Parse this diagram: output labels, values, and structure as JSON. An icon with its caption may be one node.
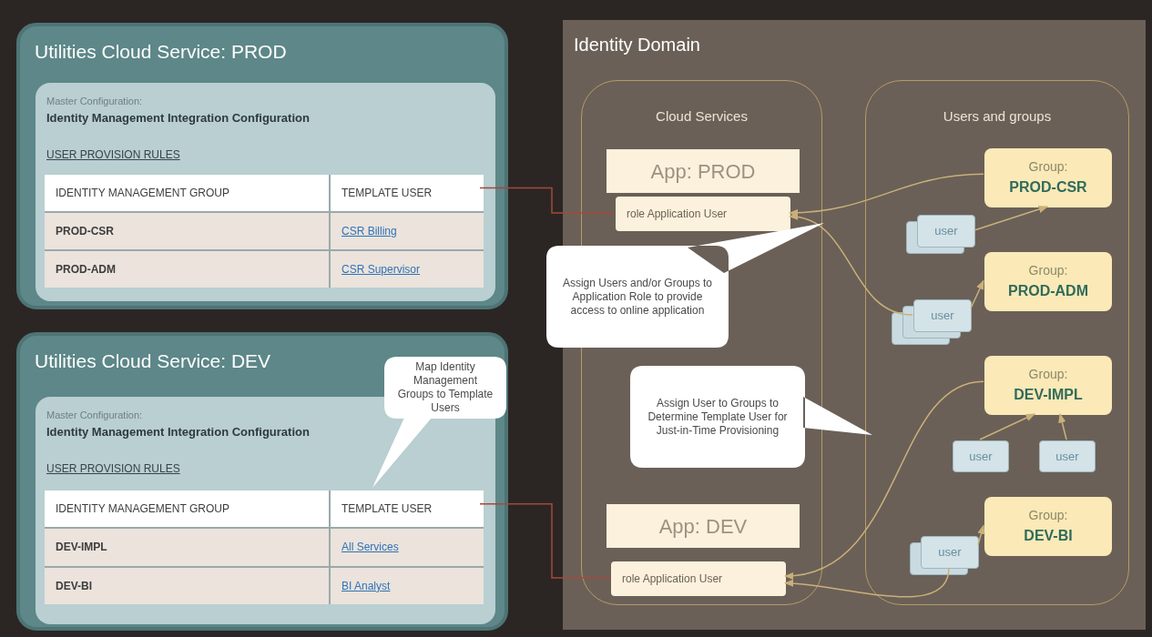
{
  "diagram": {
    "nodes": [
      {
        "text": [
          "Utilities Cloud Service: PROD"
        ]
      },
      {
        "text": [
          "Master Configuration:",
          "Identity Management Integration Configuration",
          "USER PROVISION RULES"
        ],
        "in": 0
      },
      {
        "text": [
          "IDENTITY MANAGEMENT GROUP",
          "TEMPLATE USER",
          "PROD-CSR",
          "CSR Billing",
          "PROD-ADM",
          "CSR Supervisor"
        ],
        "in": 1
      },
      {
        "text": [
          "Utilities Cloud Service: DEV"
        ]
      },
      {
        "text": [
          "Master Configuration:",
          "Identity Management Integration Configuration",
          "USER PROVISION RULES"
        ],
        "in": 3
      },
      {
        "text": [
          "IDENTITY MANAGEMENT GROUP",
          "TEMPLATE USER",
          "DEV-IMPL",
          "All Services",
          "DEV-BI",
          "BI Analyst"
        ],
        "in": 4
      },
      {
        "text": [
          "Map Identity Management Groups to Template Users"
        ],
        "in": 3
      },
      {
        "text": [
          "Identity Domain"
        ]
      },
      {
        "text": [
          "Cloud Services"
        ],
        "in": 7
      },
      {
        "text": [
          "App: PROD"
        ],
        "in": 8
      },
      {
        "text": [
          "role Application User"
        ],
        "in": 8
      },
      {
        "text": [
          "App: DEV"
        ],
        "in": 8
      },
      {
        "text": [
          "role Application User"
        ],
        "in": 8
      },
      {
        "text": [
          "Users and groups"
        ],
        "in": 7
      },
      {
        "text": [
          "Group:",
          "PROD-CSR"
        ],
        "in": 13
      },
      {
        "text": [
          "user"
        ],
        "in": 13
      },
      {
        "text": [
          "Group:",
          "PROD-ADM"
        ],
        "in": 13
      },
      {
        "text": [
          "user"
        ],
        "in": 13
      },
      {
        "text": [
          "Group:",
          "DEV-IMPL"
        ],
        "in": 13
      },
      {
        "text": [
          "user"
        ],
        "in": 13
      },
      {
        "text": [
          "user"
        ],
        "in": 13
      },
      {
        "text": [
          "Group:",
          "DEV-BI"
        ],
        "in": 13
      },
      {
        "text": [
          "user"
        ],
        "in": 13
      },
      {
        "text": [
          "Assign Users and/or Groups to Application Role to provide access to online application"
        ]
      },
      {
        "text": [
          "Assign User to Groups to Determine Template User for Just-in-Time Provisioning"
        ],
        "in": 7
      }
    ],
    "edges": [
      {
        "from": 2,
        "to": 10,
        "arrow": "none",
        "color": "#a5483c"
      },
      {
        "from": 5,
        "to": 12,
        "arrow": "none",
        "color": "#a5483c"
      },
      {
        "from": 14,
        "to": 10,
        "arrow": "to"
      },
      {
        "from": 15,
        "to": 14,
        "arrow": "to"
      },
      {
        "from": 17,
        "to": 10,
        "arrow": "to"
      },
      {
        "from": 17,
        "to": 16,
        "arrow": "to"
      },
      {
        "from": 19,
        "to": 18,
        "arrow": "to"
      },
      {
        "from": 20,
        "to": 18,
        "arrow": "to"
      },
      {
        "from": 18,
        "to": 12,
        "arrow": "to"
      },
      {
        "from": 22,
        "to": 21,
        "arrow": "to"
      },
      {
        "from": 22,
        "to": 12,
        "arrow": "to"
      }
    ]
  }
}
